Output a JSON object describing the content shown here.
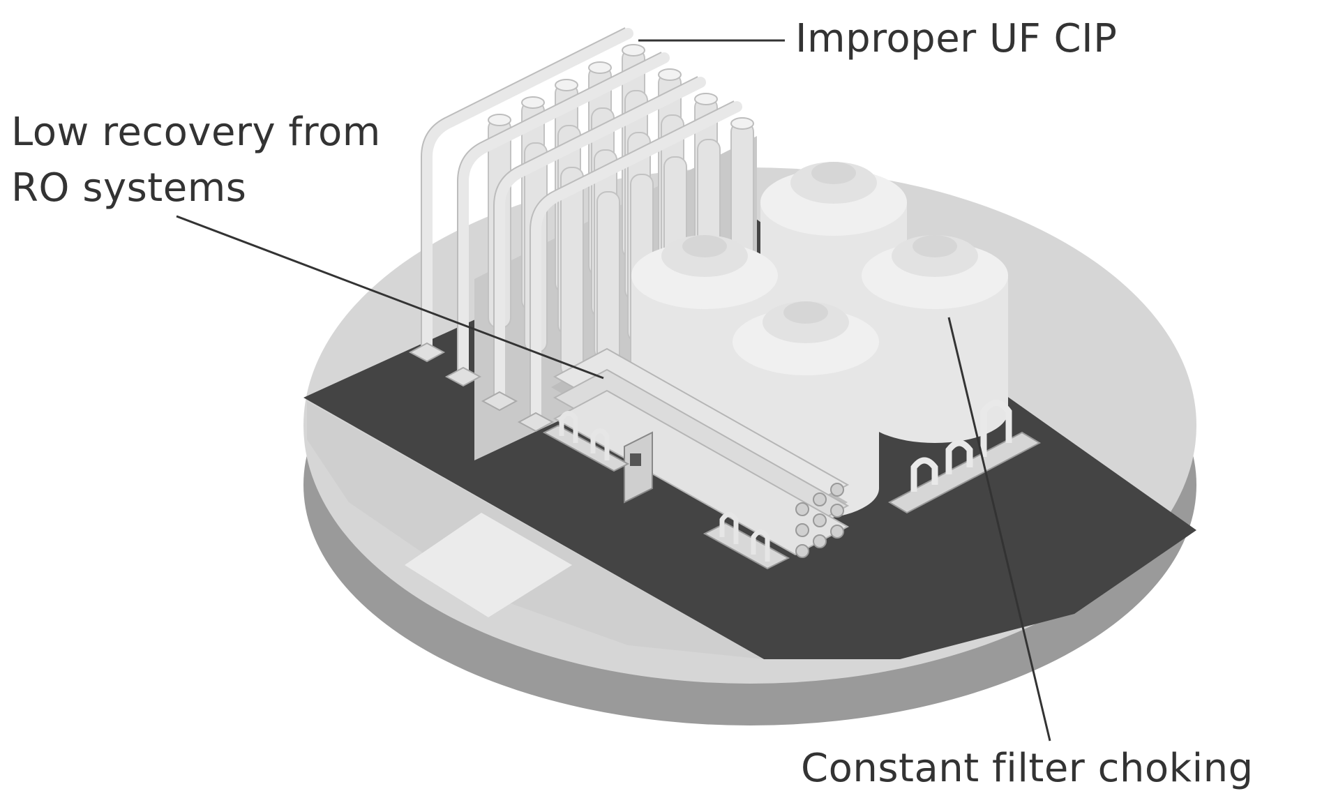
{
  "callouts": {
    "uf_cip": "Improper UF CIP",
    "ro_recovery": "Low recovery from RO systems",
    "filter_choking": "Constant filter choking"
  },
  "colors": {
    "text": "#333333",
    "leader_line": "#333333",
    "platform_dark": "#444444",
    "platform_side": "#9a9a9a",
    "platform_top": "#d6d6d6",
    "equipment_light": "#ececec",
    "equipment_shade": "#d9d9d9"
  },
  "icons": [
    "uf-module-rack",
    "ro-pressure-vessel-skid",
    "storage-tank",
    "pump-skid",
    "control-panel"
  ]
}
